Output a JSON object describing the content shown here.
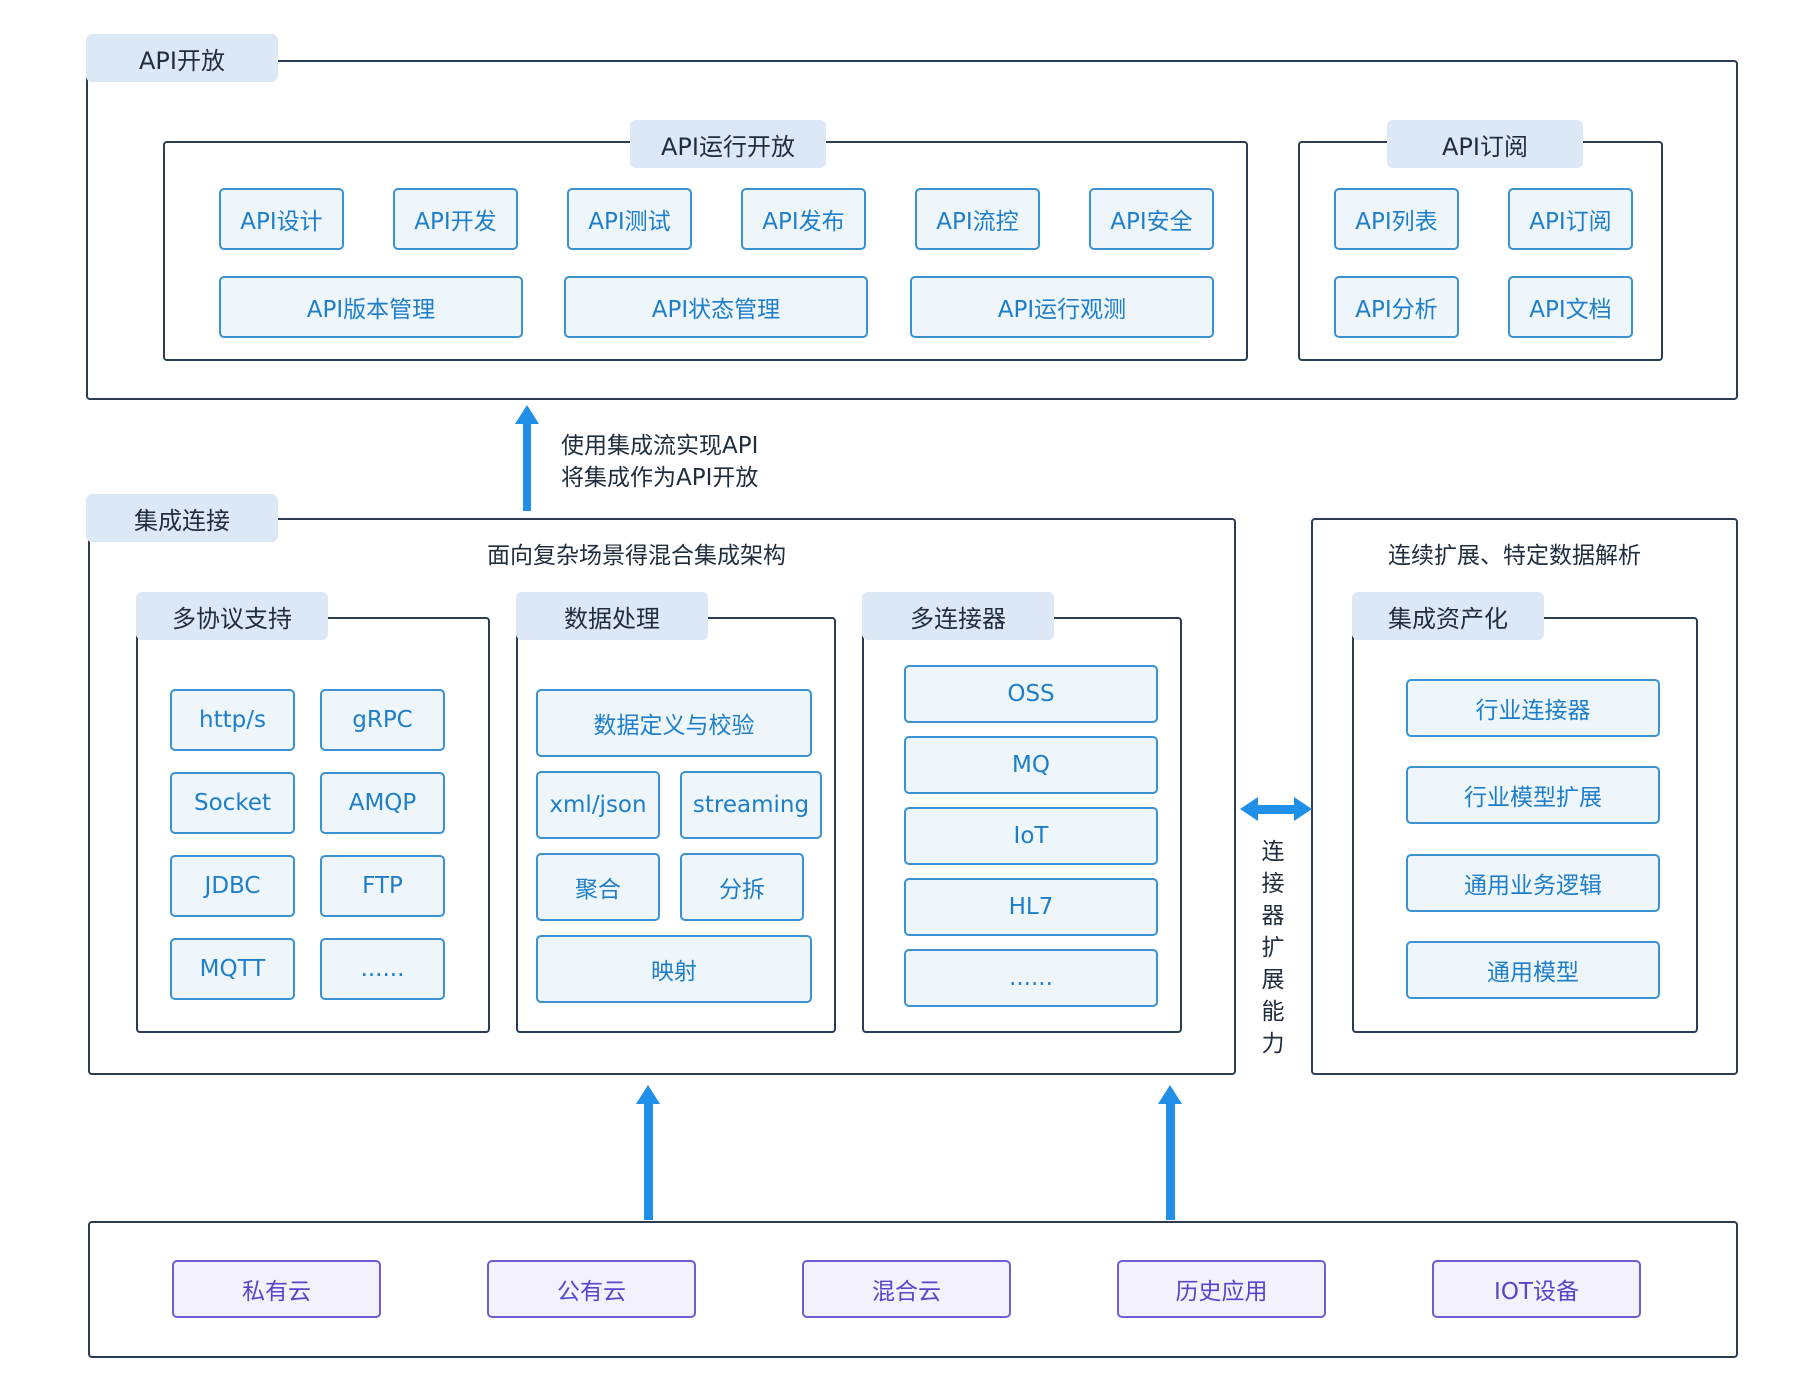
{
  "api_open": {
    "title": "API开放",
    "runtime": {
      "title": "API运行开放",
      "row1": [
        "API设计",
        "API开发",
        "API测试",
        "API发布",
        "API流控",
        "API安全"
      ],
      "row2": [
        "API版本管理",
        "API状态管理",
        "API运行观测"
      ]
    },
    "subscribe": {
      "title": "API订阅",
      "items": [
        "API列表",
        "API订阅",
        "API分析",
        "API文档"
      ]
    }
  },
  "flow_note": {
    "line1": "使用集成流实现API",
    "line2": "将集成作为API开放"
  },
  "integration": {
    "title": "集成连接",
    "subtitle": "面向复杂场景得混合集成架构",
    "protocols": {
      "title": "多协议支持",
      "items": [
        "http/s",
        "gRPC",
        "Socket",
        "AMQP",
        "JDBC",
        "FTP",
        "MQTT",
        "......"
      ]
    },
    "data_processing": {
      "title": "数据处理",
      "define": "数据定义与校验",
      "xml_json": "xml/json",
      "streaming": "streaming",
      "aggregate": "聚合",
      "split": "分拆",
      "mapping": "映射"
    },
    "connectors": {
      "title": "多连接器",
      "items": [
        "OSS",
        "MQ",
        "IoT",
        "HL7",
        "......"
      ]
    }
  },
  "extension_label": "连接器扩展能力",
  "assets": {
    "subtitle": "连续扩展、特定数据解析",
    "title": "集成资产化",
    "items": [
      "行业连接器",
      "行业模型扩展",
      "通用业务逻辑",
      "通用模型"
    ]
  },
  "sources": [
    "私有云",
    "公有云",
    "混合云",
    "历史应用",
    "IOT设备"
  ],
  "colors": {
    "frame": "#2b3d55",
    "tag_bg": "#dce8f6",
    "button_border": "#3a92d2",
    "button_text": "#1e7ec8",
    "source_border": "#6a5fd6",
    "arrow": "#1f8fe8"
  }
}
